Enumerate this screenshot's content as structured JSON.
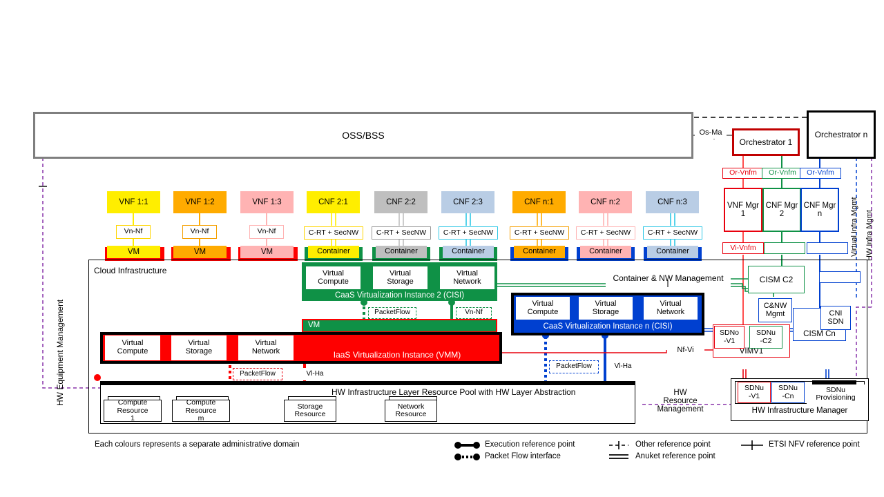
{
  "ossbss": {
    "label": "OSS/BSS"
  },
  "orchestrators": [
    {
      "name": "orchestrator-1",
      "label": "Orchestrator 1"
    },
    {
      "name": "orchestrator-n",
      "label": "Orchestrator n"
    }
  ],
  "reference_points": {
    "os_ma": "Os-Ma",
    "or_vnfm": "Or-Vnfm",
    "vi_vnfm": "Vi-Vnfm",
    "vn_nf": "Vn-Nf",
    "c_rt_secnw": "C-RT + SecNW",
    "packet_flow": "PacketFlow",
    "vl_ha": "Vl-Ha",
    "nf_vi": "Nf-Vi"
  },
  "managers": [
    {
      "name": "vnf-mgr-1",
      "label": "VNF Mgr 1",
      "color": "#e8000d"
    },
    {
      "name": "cnf-mgr-2",
      "label": "CNF Mgr 2",
      "color": "#0f9146"
    },
    {
      "name": "cnf-mgr-n",
      "label": "CNF Mgr n",
      "color": "#0040d0"
    }
  ],
  "vnfs": [
    {
      "label": "VNF 1:1",
      "fill": "#ffee00",
      "rp": "Vn-Nf",
      "vm": "VM"
    },
    {
      "label": "VNF 1:2",
      "fill": "#ffab00",
      "rp": "Vn-Nf",
      "vm": "VM"
    },
    {
      "label": "VNF 1:3",
      "fill": "#ffb3b3",
      "rp": "Vn-Nf",
      "vm": "VM"
    }
  ],
  "cnfs": [
    {
      "label": "CNF 2:1",
      "fill": "#ffee00",
      "rp": "C-RT + SecNW",
      "container": "Container",
      "base": "#0f9146"
    },
    {
      "label": "CNF 2:2",
      "fill": "#bfbfbf",
      "rp": "C-RT + SecNW",
      "container": "Container",
      "base": "#0f9146"
    },
    {
      "label": "CNF 2:3",
      "fill": "#b9cde5",
      "rp": "C-RT + SecNW",
      "container": "Container",
      "base": "#0f9146"
    },
    {
      "label": "CNF n:1",
      "fill": "#ffab00",
      "rp": "C-RT + SecNW",
      "container": "Container",
      "base": "#0040d0"
    },
    {
      "label": "CNF n:2",
      "fill": "#ffb3b3",
      "rp": "C-RT + SecNW",
      "container": "Container",
      "base": "#0040d0"
    },
    {
      "label": "CNF n:3",
      "fill": "#b9cde5",
      "rp": "C-RT + SecNW",
      "container": "Container",
      "base": "#0040d0"
    }
  ],
  "cloud_infrastructure": {
    "label": "Cloud Infrastructure"
  },
  "caas2": {
    "title": "CaaS Virtualization Instance 2 (CISI)",
    "resources": [
      "Virtual Compute",
      "Virtual Storage",
      "Virtual Network"
    ],
    "vm": "VM",
    "packet_flow": "PacketFlow",
    "vn_nf": "Vn-Nf",
    "color": "#0f9146"
  },
  "caasn": {
    "title": "CaaS Virtualization Instance n (CISI)",
    "resources": [
      "Virtual Compute",
      "Virtual Storage",
      "Virtual Network"
    ],
    "packet_flow": "PacketFlow",
    "vl_ha": "Vl-Ha",
    "color": "#0040d0"
  },
  "iaas": {
    "title": "IaaS Virtualization Instance (VMM)",
    "resources": [
      "Virtual Compute",
      "Virtual Storage",
      "Virtual Network"
    ],
    "packet_flow": "PacketFlow",
    "vl_ha": "Vl-Ha",
    "color": "#fe0000"
  },
  "hw_pool": {
    "title": "HW Infrastructure Layer Resource Pool with HW Layer Abstraction",
    "resources": [
      "Compute Resource 1",
      "Compute Resource m",
      "Storage Resource",
      "Network Resource"
    ]
  },
  "management": {
    "container_nw_management": "Container & NW Management",
    "cism_c2": "CISM C2",
    "cism_cn": "CISM Cn",
    "cni_sdn": "CNI SDN",
    "cnw_mgmt": "C&NW Mgmt",
    "sdno_v1": "SDNo -V1",
    "sdnu_c2": "SDNu -C2",
    "vimv1": "VIMV1",
    "sdnu_v1": "SDNu -V1",
    "sdnu_cn": "SDNu -Cn",
    "sdnu_provisioning": "SDNu Provisioning",
    "hw_infrastructure_manager": "HW Infrastructure Manager"
  },
  "domain_labels": {
    "hw_equipment_management": "HW Equipment Management",
    "virtual_infra_mgmt": "Virtual Infra Mgmt",
    "hw_infra_mgmt": "HW Infra Mgmt",
    "hw_resource_management": "HW Resource Management"
  },
  "legend": {
    "note": "Each colours represents a separate administrative domain",
    "items": [
      {
        "name": "execution-reference-point",
        "label": "Execution reference point"
      },
      {
        "name": "packet-flow-interface",
        "label": "Packet Flow interface"
      },
      {
        "name": "other-reference-point",
        "label": "Other reference point"
      },
      {
        "name": "anuket-reference-point",
        "label": "Anuket reference point"
      },
      {
        "name": "etsi-nfv-reference-point",
        "label": "ETSI NFV reference point"
      }
    ]
  }
}
